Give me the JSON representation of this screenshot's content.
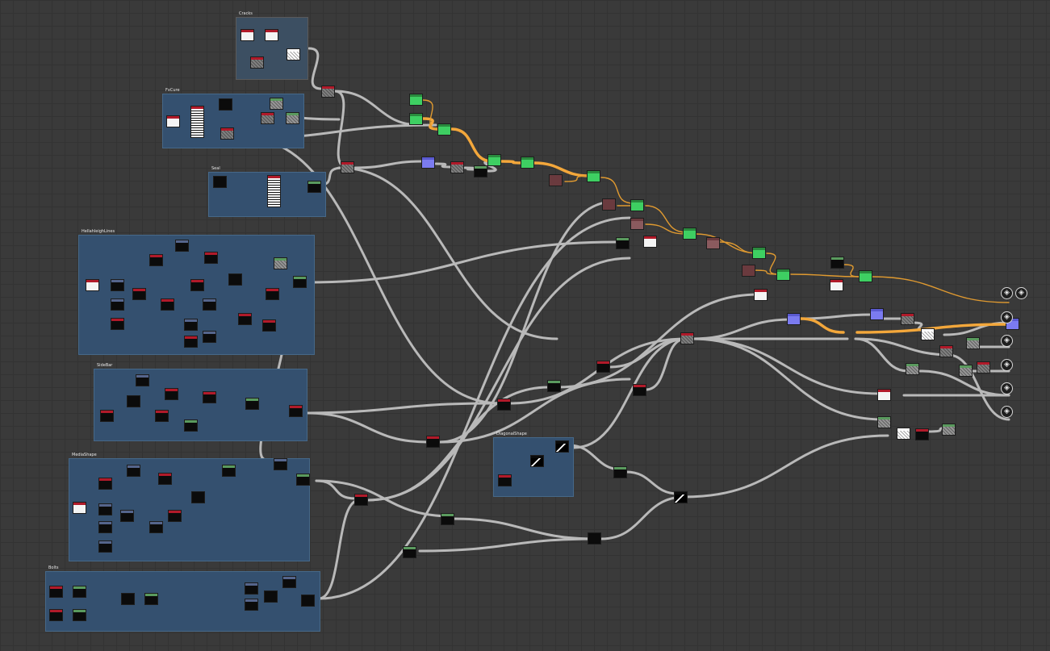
{
  "frames": [
    {
      "id": "f0",
      "title": "Cracks",
      "style": "grey"
    },
    {
      "id": "f1",
      "title": "FxCure",
      "style": "blue"
    },
    {
      "id": "f2",
      "title": "Seal",
      "style": "blue"
    },
    {
      "id": "f3",
      "title": "HellahleighLines",
      "style": "blue"
    },
    {
      "id": "f4",
      "title": "SideBar",
      "style": "blue"
    },
    {
      "id": "f5",
      "title": "MediaShape",
      "style": "blue"
    },
    {
      "id": "f6",
      "title": "Bolts",
      "style": "blue"
    },
    {
      "id": "f7",
      "title": "DiagonalShape",
      "style": "blue"
    }
  ],
  "colors": {
    "canvas_bg": "#3a3a3a",
    "link": "#b9b9b9",
    "link_highlight": "#f3a73b",
    "frame_blue": "#34506f",
    "header_red": "#b11a2a",
    "header_green": "#5a9a5e",
    "header_blue": "#55658c"
  },
  "output_icons": [
    "cube-output-icon",
    "cube-output-icon",
    "cube-output-icon",
    "cube-output-icon",
    "cube-output-icon",
    "cube-output-icon",
    "cube-output-icon"
  ]
}
